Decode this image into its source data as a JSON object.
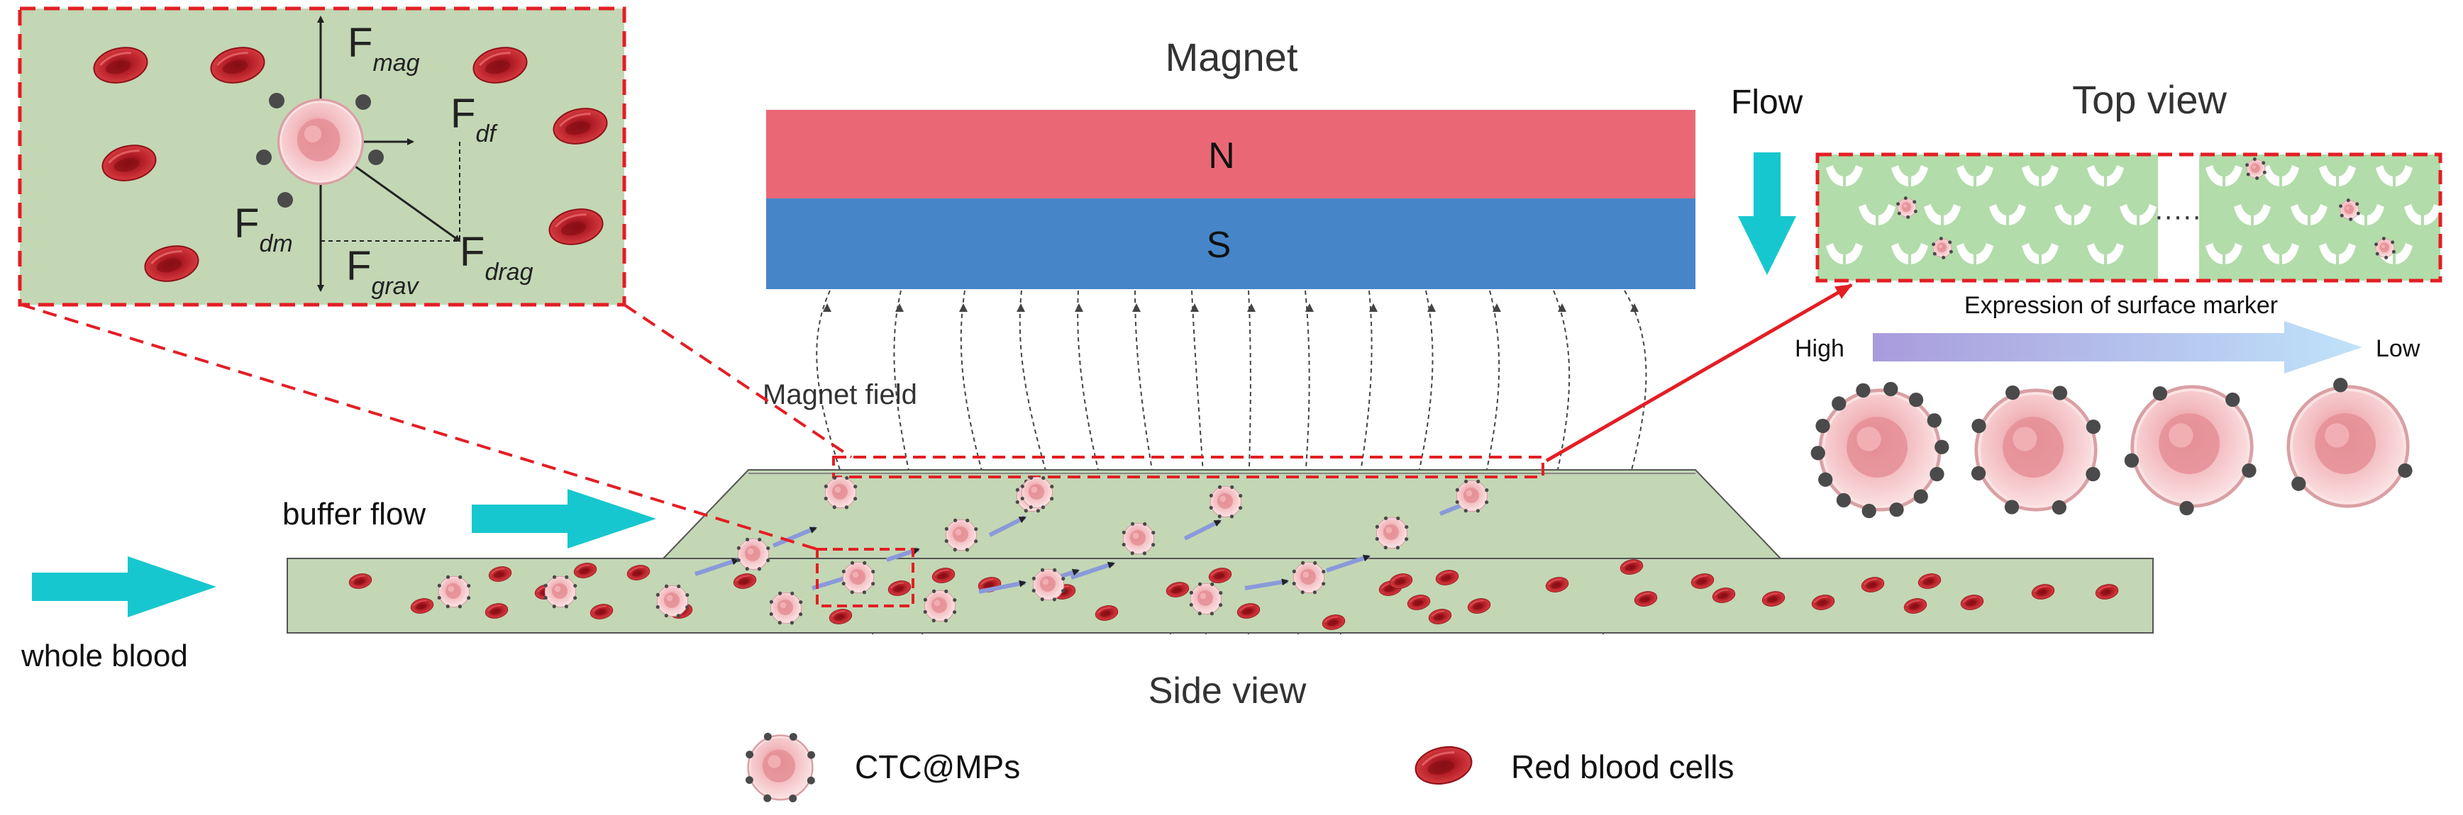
{
  "title_magnet": "Magnet",
  "pole_n": "N",
  "pole_s": "S",
  "label_magnet_field": "Magnet field",
  "label_buffer_flow": "buffer flow",
  "label_whole_blood": "whole blood",
  "label_side_view": "Side view",
  "label_flow": "Flow",
  "label_top_view": "Top view",
  "top_view_ellipsis": "·····",
  "label_surface_marker": "Expression of surface marker",
  "label_high": "High",
  "label_low": "Low",
  "legend": {
    "ctc": "CTC@MPs",
    "rbc": "Red blood cells"
  },
  "forces": {
    "mag": {
      "base": "F",
      "sub": "mag"
    },
    "df": {
      "base": "F",
      "sub": "df"
    },
    "dm": {
      "base": "F",
      "sub": "dm"
    },
    "grav": {
      "base": "F",
      "sub": "grav"
    },
    "drag": {
      "base": "F",
      "sub": "drag"
    }
  },
  "colors": {
    "magnet_n": "#ea6876",
    "magnet_s": "#4686c8",
    "channel": "#c3d7b4",
    "flow_arrow": "#17c7cf",
    "dash_red": "#e31e24",
    "rbc": "#c8222e",
    "bead": "#4a4a4a",
    "ctc": "#f3c4c6",
    "motion_arrow": "#8a99da",
    "trap_green": "#b2dcaa"
  }
}
